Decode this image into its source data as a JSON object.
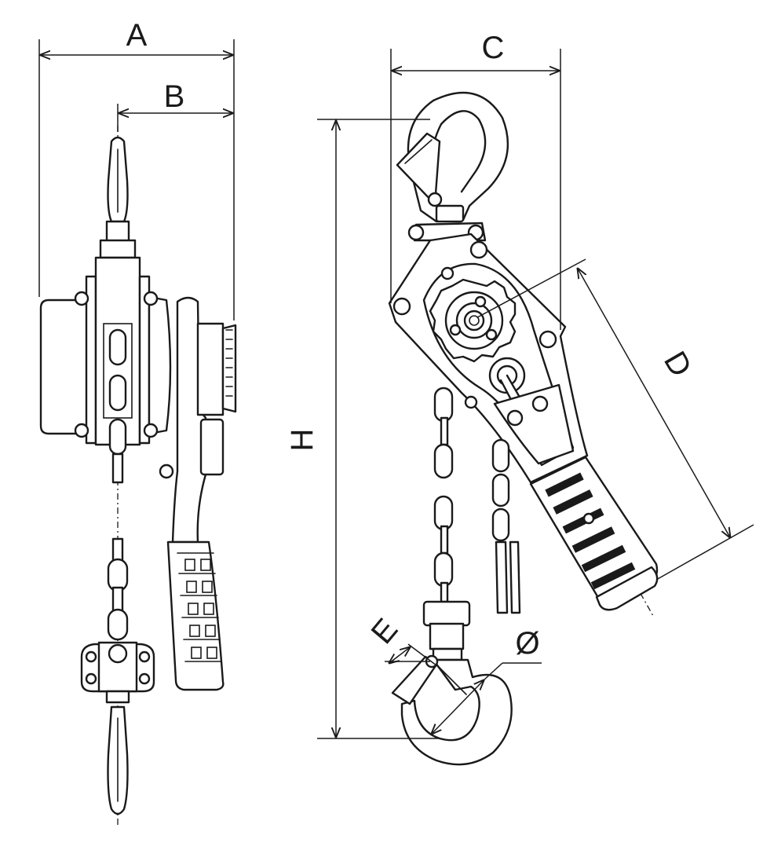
{
  "labels": {
    "a": "A",
    "b": "B",
    "c": "C",
    "d": "D",
    "e": "E",
    "h": "H",
    "diameter": "Ø"
  }
}
